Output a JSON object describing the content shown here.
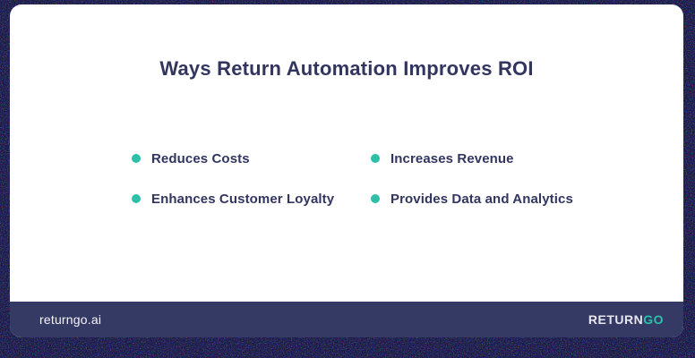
{
  "title": "Ways Return Automation Improves ROI",
  "benefits": [
    {
      "label": "Reduces Costs",
      "icon": "bullet-dot-icon"
    },
    {
      "label": "Increases Revenue",
      "icon": "bullet-dot-icon"
    },
    {
      "label": "Enhances Customer Loyalty",
      "icon": "bullet-dot-icon"
    },
    {
      "label": "Provides Data and Analytics",
      "icon": "bullet-dot-icon"
    }
  ],
  "footer": {
    "website": "returngo.ai",
    "logo": {
      "primary": "RETURN",
      "accent": "GO"
    }
  },
  "colors": {
    "accent_teal": "#2BC0A7",
    "title_navy": "#32355F",
    "footer_navy": "#353A64",
    "card_bg": "#FFFFFF",
    "outer_bg": "#070812"
  }
}
